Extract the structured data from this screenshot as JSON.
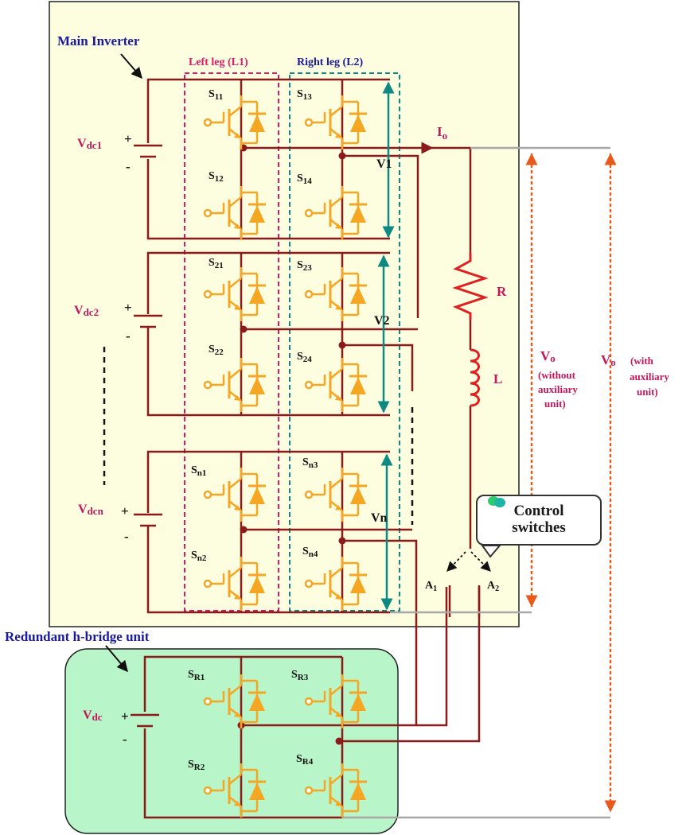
{
  "labels": {
    "main_inverter": "Main Inverter",
    "left_leg": "Left leg (L1)",
    "right_leg": "Right leg (L2)",
    "redundant_unit": "Redundant h-bridge unit",
    "control_line1": "Control",
    "control_line2": "switches",
    "resistor": "R",
    "inductor": "L",
    "io": "I",
    "io_sub": "o",
    "vo1": "V",
    "vo1_sub": "o",
    "vo1_note": [
      "(without",
      "auxiliary",
      "unit)"
    ],
    "vo2": "V",
    "vo2_sub": "o",
    "vo2_note": [
      "(with",
      "auxiliary",
      "unit)"
    ],
    "a1": "A",
    "a1_sub": "1",
    "a2": "A",
    "a2_sub": "2",
    "plus": "+",
    "minus": "-"
  },
  "sources": [
    {
      "name": "V",
      "sub": "dc1"
    },
    {
      "name": "V",
      "sub": "dc2"
    },
    {
      "name": "V",
      "sub": "dcn"
    },
    {
      "name": "V",
      "sub": "dc"
    }
  ],
  "cell_voltages": [
    "V1",
    "V2",
    "Vn"
  ],
  "switches": [
    {
      "s": "S",
      "sub": "11"
    },
    {
      "s": "S",
      "sub": "12"
    },
    {
      "s": "S",
      "sub": "13"
    },
    {
      "s": "S",
      "sub": "14"
    },
    {
      "s": "S",
      "sub": "21"
    },
    {
      "s": "S",
      "sub": "22"
    },
    {
      "s": "S",
      "sub": "23"
    },
    {
      "s": "S",
      "sub": "24"
    },
    {
      "s": "S",
      "sub": "n1"
    },
    {
      "s": "S",
      "sub": "n2"
    },
    {
      "s": "S",
      "sub": "n3"
    },
    {
      "s": "S",
      "sub": "n4"
    },
    {
      "s": "S",
      "sub": "R1"
    },
    {
      "s": "S",
      "sub": "R2"
    },
    {
      "s": "S",
      "sub": "R3"
    },
    {
      "s": "S",
      "sub": "R4"
    }
  ],
  "colors": {
    "main_bg": "#fdfde0",
    "redundant_bg": "#b8f5c8",
    "wire": "#8b1a1a",
    "switch": "#f5a623",
    "teal": "#0e8a82",
    "pink": "#d81b6a",
    "navy": "#1a1a9c",
    "resistor": "#e02020",
    "gray_wire": "#a8a8a8"
  }
}
